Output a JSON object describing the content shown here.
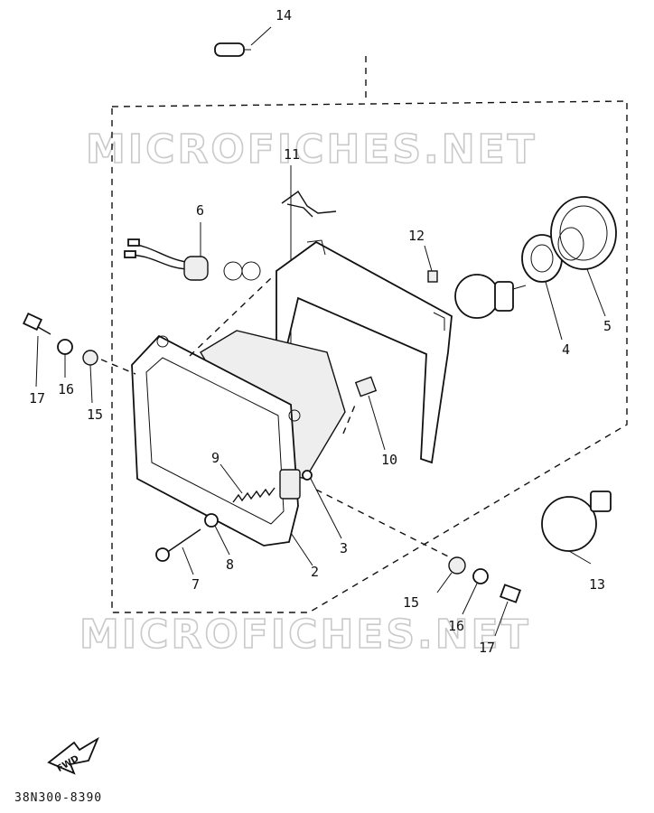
{
  "watermark": "MICROFICHES.NET",
  "drawing_code": "38N300-8390",
  "fwd_label": "FWD",
  "callouts": [
    {
      "id": "callout-14",
      "label": "14"
    },
    {
      "id": "callout-11",
      "label": "11"
    },
    {
      "id": "callout-6",
      "label": "6"
    },
    {
      "id": "callout-12",
      "label": "12"
    },
    {
      "id": "callout-5",
      "label": "5"
    },
    {
      "id": "callout-4",
      "label": "4"
    },
    {
      "id": "callout-17-left",
      "label": "17"
    },
    {
      "id": "callout-16-left",
      "label": "16"
    },
    {
      "id": "callout-15-left",
      "label": "15"
    },
    {
      "id": "callout-10",
      "label": "10"
    },
    {
      "id": "callout-9",
      "label": "9"
    },
    {
      "id": "callout-3",
      "label": "3"
    },
    {
      "id": "callout-8",
      "label": "8"
    },
    {
      "id": "callout-2",
      "label": "2"
    },
    {
      "id": "callout-7",
      "label": "7"
    },
    {
      "id": "callout-13",
      "label": "13"
    },
    {
      "id": "callout-15-right",
      "label": "15"
    },
    {
      "id": "callout-16-right",
      "label": "16"
    },
    {
      "id": "callout-17-right",
      "label": "17"
    }
  ]
}
